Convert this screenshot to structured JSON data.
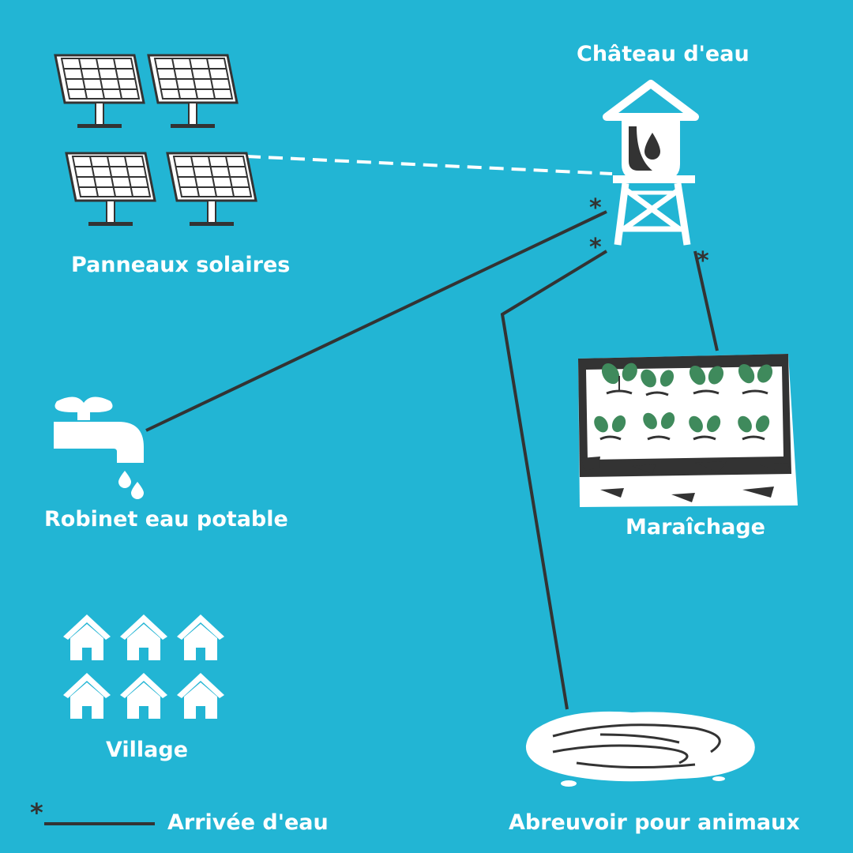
{
  "labels": {
    "water_tower": "Château d'eau",
    "solar_panels": "Panneaux solaires",
    "tap": "Robinet eau potable",
    "market_garden": "Maraîchage",
    "village": "Village",
    "trough": "Abreuvoir pour animaux"
  },
  "legend": {
    "marker": "*",
    "label": "Arrivée d'eau"
  },
  "colors": {
    "background": "#22b5d4",
    "foreground": "#ffffff",
    "line": "#333333",
    "plant": "#3f8a5c"
  }
}
